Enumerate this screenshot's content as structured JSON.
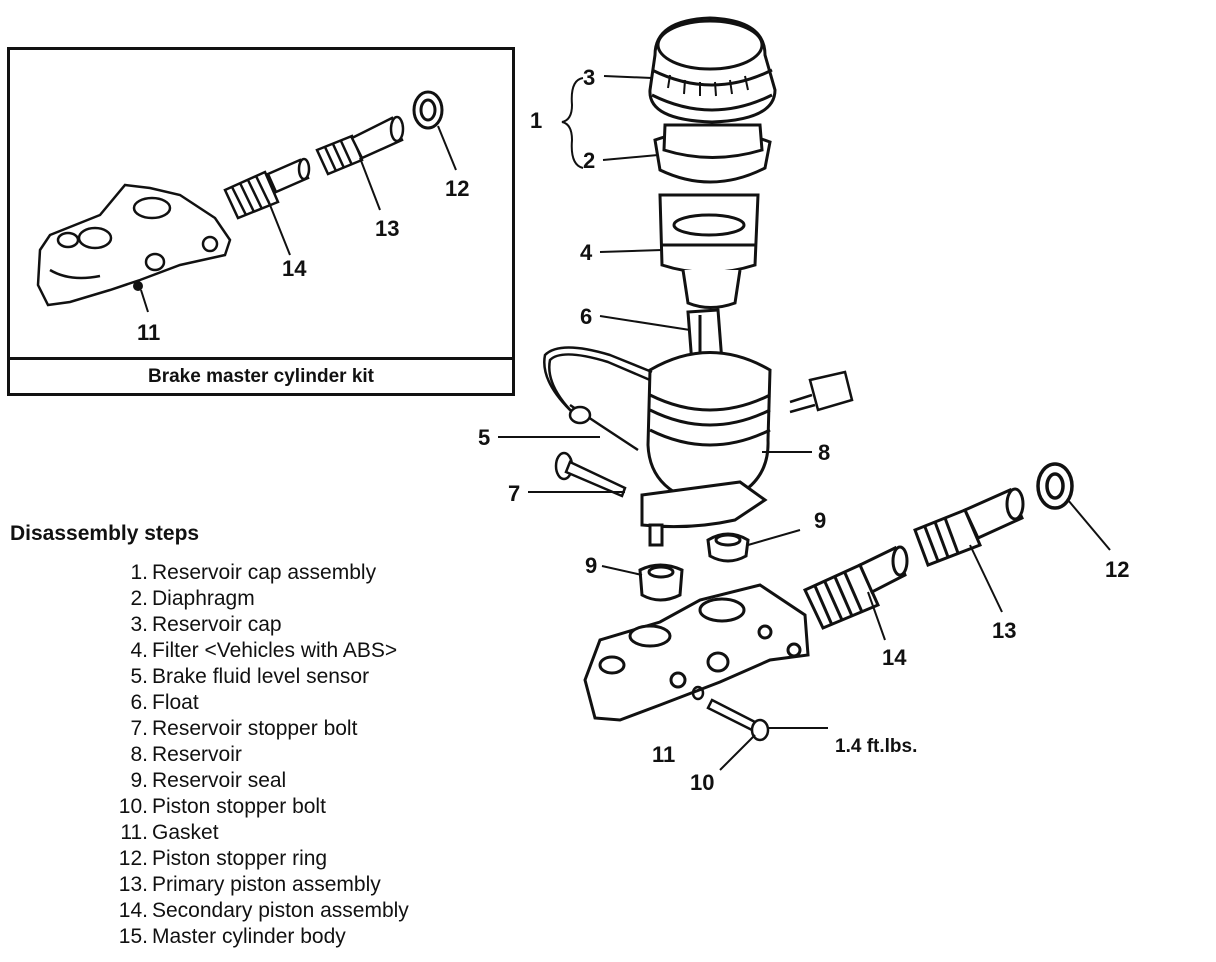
{
  "kit": {
    "caption": "Brake master cylinder kit",
    "callouts": [
      "12",
      "13",
      "14",
      "11"
    ]
  },
  "callouts": {
    "c1": "1",
    "c2": "2",
    "c3": "3",
    "c4": "4",
    "c5": "5",
    "c6": "6",
    "c7": "7",
    "c8": "8",
    "c9a": "9",
    "c9b": "9",
    "c10": "10",
    "c11": "11",
    "c12": "12",
    "c13": "13",
    "c14": "14"
  },
  "torque_label": "1.4 ft.lbs.",
  "steps": {
    "title": "Disassembly steps",
    "items": [
      {
        "num": "1.",
        "label": "Reservoir cap assembly"
      },
      {
        "num": "2.",
        "label": "Diaphragm"
      },
      {
        "num": "3.",
        "label": "Reservoir cap"
      },
      {
        "num": "4.",
        "label": "Filter <Vehicles with ABS>"
      },
      {
        "num": "5.",
        "label": "Brake fluid level sensor"
      },
      {
        "num": "6.",
        "label": "Float"
      },
      {
        "num": "7.",
        "label": "Reservoir stopper bolt"
      },
      {
        "num": "8.",
        "label": "Reservoir"
      },
      {
        "num": "9.",
        "label": "Reservoir seal"
      },
      {
        "num": "10.",
        "label": "Piston stopper bolt"
      },
      {
        "num": "11.",
        "label": "Gasket"
      },
      {
        "num": "12.",
        "label": "Piston stopper ring"
      },
      {
        "num": "13.",
        "label": "Primary piston assembly"
      },
      {
        "num": "14.",
        "label": "Secondary piston assembly"
      },
      {
        "num": "15.",
        "label": "Master cylinder body"
      }
    ]
  }
}
